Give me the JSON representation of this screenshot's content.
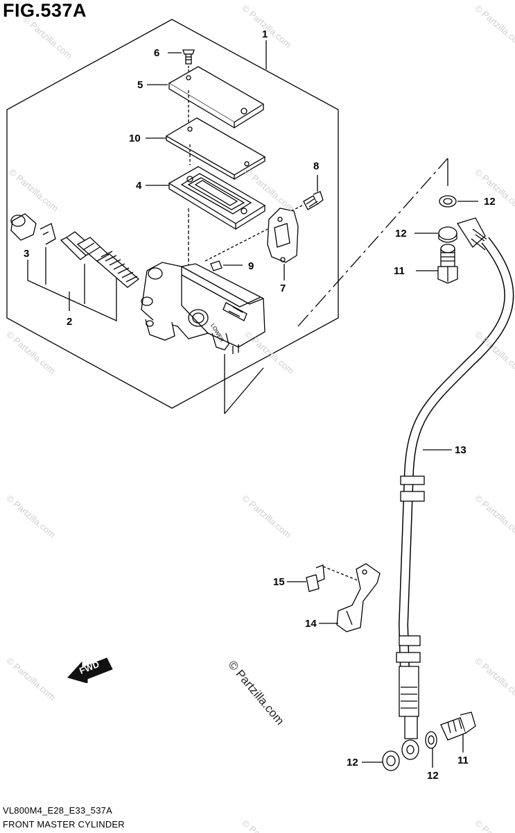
{
  "figure": {
    "title": "FIG.537A"
  },
  "callouts": [
    {
      "id": "c1",
      "label": "1"
    },
    {
      "id": "c2",
      "label": "2"
    },
    {
      "id": "c3",
      "label": "3"
    },
    {
      "id": "c4",
      "label": "4"
    },
    {
      "id": "c5",
      "label": "5"
    },
    {
      "id": "c6",
      "label": "6"
    },
    {
      "id": "c7",
      "label": "7"
    },
    {
      "id": "c8",
      "label": "8"
    },
    {
      "id": "c9",
      "label": "9"
    },
    {
      "id": "c10",
      "label": "10"
    },
    {
      "id": "c11a",
      "label": "11"
    },
    {
      "id": "c11b",
      "label": "11"
    },
    {
      "id": "c12a",
      "label": "12"
    },
    {
      "id": "c12b",
      "label": "12"
    },
    {
      "id": "c12c",
      "label": "12"
    },
    {
      "id": "c12d",
      "label": "12"
    },
    {
      "id": "c13",
      "label": "13"
    },
    {
      "id": "c14",
      "label": "14"
    },
    {
      "id": "c15",
      "label": "15"
    }
  ],
  "fwd_arrow": {
    "label": "FWD"
  },
  "watermark": {
    "small": "© Partzilla.com",
    "big": "© Partzilla.com"
  },
  "footer": {
    "code": "VL800M4_E28_E33_537A",
    "caption": "FRONT MASTER CYLINDER"
  }
}
